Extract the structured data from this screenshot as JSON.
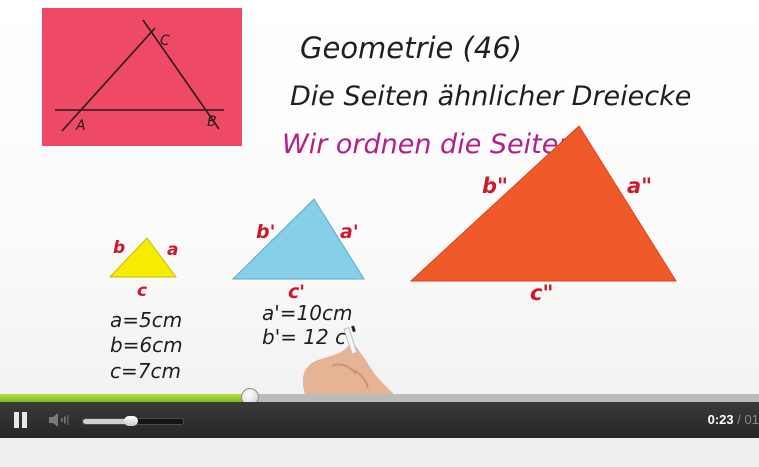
{
  "video": {
    "title_line1": "Geometrie (46)",
    "title_line2": "Die Seiten ähnlicher Dreiecke",
    "subtitle": "Wir ordnen die Seiten!",
    "card": {
      "vertex_a": "A",
      "vertex_b": "B",
      "vertex_c": "C",
      "color": "#ee4a66"
    },
    "triangle_small": {
      "side_left": "b",
      "side_right": "a",
      "side_bottom": "c",
      "color": "#f6ec00",
      "eq1": "a=5cm",
      "eq2": "b=6cm",
      "eq3": "c=7cm"
    },
    "triangle_medium": {
      "side_left": "b'",
      "side_right": "a'",
      "side_bottom": "c'",
      "color": "#87cfe8",
      "eq1": "a'=10cm",
      "eq2": "b'= 12 c"
    },
    "triangle_large": {
      "side_left": "b\"",
      "side_right": "a\"",
      "side_bottom": "c\"",
      "color": "#f05a2a"
    },
    "label_color": "#cc1a2a",
    "ink_color": "#1f1f1f",
    "subtitle_color": "#b21e8c"
  },
  "player": {
    "time_current": "0:23",
    "time_separator": "/",
    "time_duration": "01",
    "progress_fraction": 0.33,
    "volume_fraction": 0.48,
    "accent": "#8ccc27",
    "icon_play_pause": "pause-icon",
    "icon_volume": "speaker-icon"
  }
}
